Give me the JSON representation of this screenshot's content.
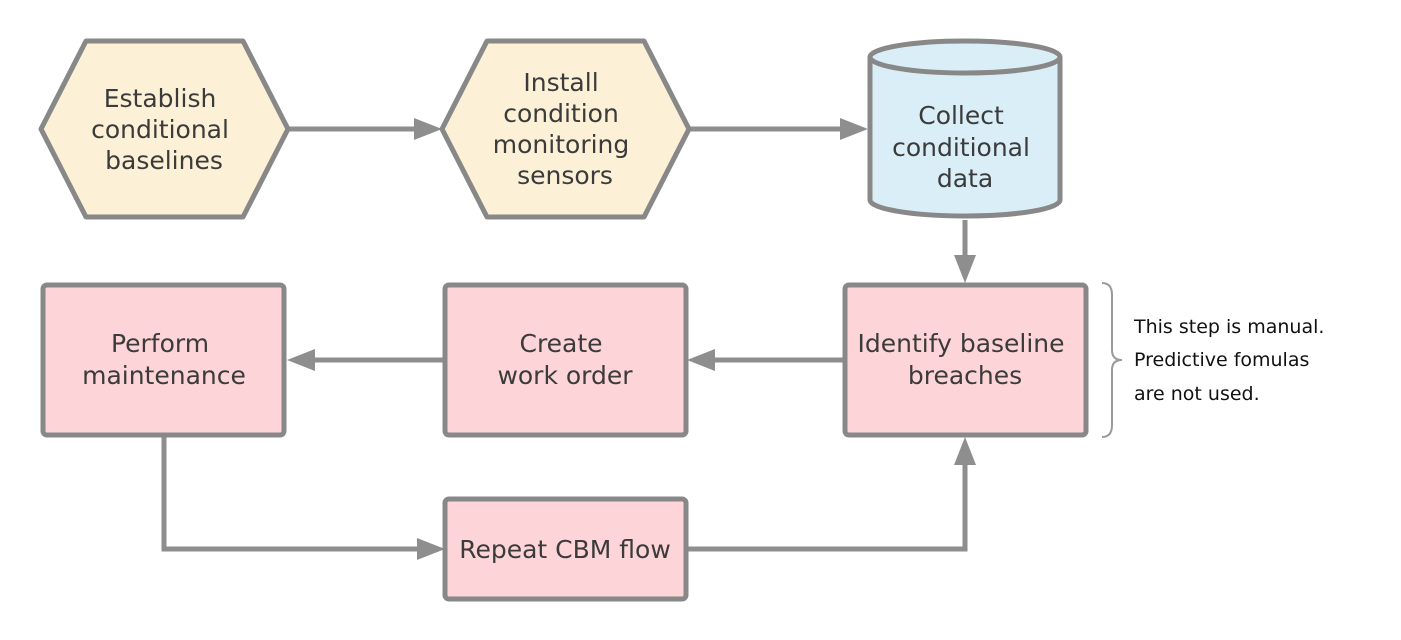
{
  "nodes": {
    "establish": {
      "lines": [
        "Establish",
        "conditional",
        "baselines"
      ]
    },
    "install": {
      "lines": [
        "Install",
        "condition",
        "monitoring",
        "sensors"
      ]
    },
    "collect": {
      "lines": [
        "Collect",
        "conditional",
        "data"
      ]
    },
    "identify": {
      "lines": [
        "Identify baseline",
        "breaches"
      ]
    },
    "create": {
      "lines": [
        "Create",
        "work order"
      ]
    },
    "perform": {
      "lines": [
        "Perform",
        "maintenance"
      ]
    },
    "repeat": {
      "lines": [
        "Repeat CBM flow"
      ]
    }
  },
  "note": {
    "lines": [
      "This step is manual.",
      "Predictive fomulas",
      "are not used."
    ]
  },
  "colors": {
    "hexagon_fill": "#fcf0d6",
    "cylinder_fill": "#daeef8",
    "box_fill": "#fdd4d7",
    "stroke": "#888888",
    "connector": "#8e8e8e"
  }
}
